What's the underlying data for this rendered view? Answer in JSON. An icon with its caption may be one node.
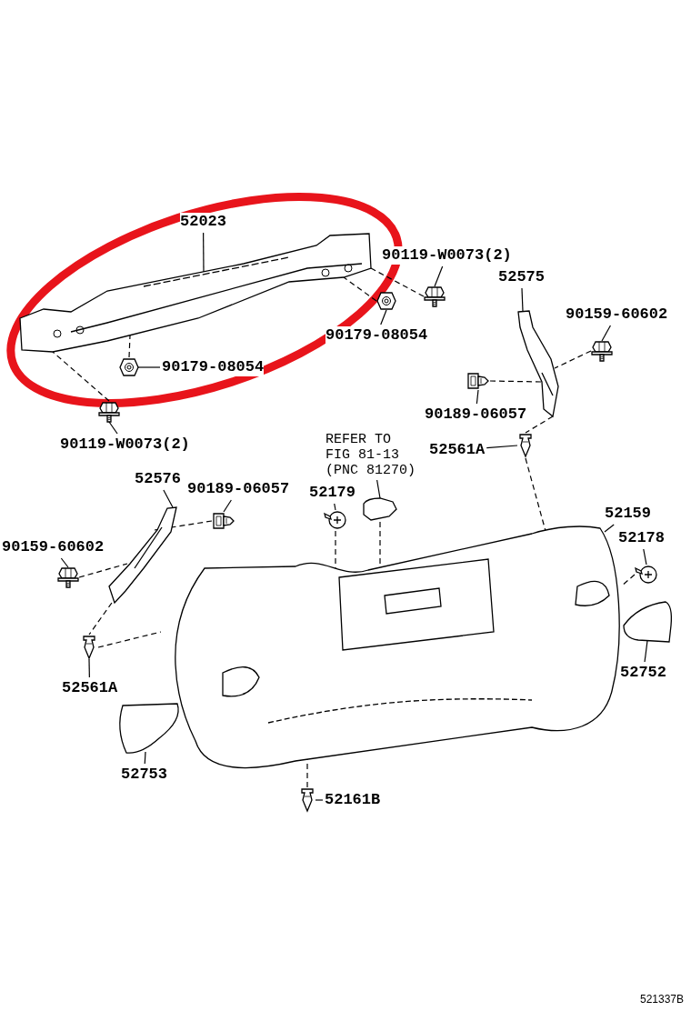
{
  "diagram": {
    "nodes": [
      {
        "text": [
          "52023"
        ]
      },
      {
        "text": [
          "90119-W0073(2)"
        ]
      },
      {
        "text": [
          "52575"
        ]
      },
      {
        "text": [
          "90159-60602"
        ]
      },
      {
        "text": [
          "90179-08054"
        ]
      },
      {
        "text": [
          "90179-08054"
        ]
      },
      {
        "text": [
          "90189-06057"
        ]
      },
      {
        "text": [
          "90119-W0073(2)"
        ]
      },
      {
        "text": [
          "REFER TO FIG 81-13 (PNC 81270)"
        ]
      },
      {
        "text": [
          "52561A"
        ]
      },
      {
        "text": [
          "52576"
        ]
      },
      {
        "text": [
          "90189-06057"
        ]
      },
      {
        "text": [
          "52179"
        ]
      },
      {
        "text": [
          "52159"
        ]
      },
      {
        "text": [
          "90159-60602"
        ]
      },
      {
        "text": [
          "52178"
        ]
      },
      {
        "text": [
          "52561A"
        ]
      },
      {
        "text": [
          "52752"
        ]
      },
      {
        "text": [
          "52753"
        ]
      },
      {
        "text": [
          "52161B"
        ]
      },
      {
        "text": [],
        "shape": "picture"
      },
      {
        "text": [],
        "shape": "picture"
      },
      {
        "text": [],
        "shape": "picture"
      },
      {
        "text": [],
        "shape": "picture"
      },
      {
        "text": [],
        "shape": "picture"
      },
      {
        "text": [],
        "shape": "picture"
      },
      {
        "text": [],
        "shape": "picture"
      },
      {
        "text": [],
        "shape": "picture"
      },
      {
        "text": [],
        "shape": "picture"
      },
      {
        "text": [],
        "shape": "picture"
      },
      {
        "text": [],
        "shape": "picture"
      },
      {
        "text": [],
        "shape": "picture"
      },
      {
        "text": [],
        "shape": "picture"
      },
      {
        "text": [],
        "shape": "picture"
      },
      {
        "text": [],
        "shape": "picture"
      },
      {
        "text": [],
        "shape": "picture"
      },
      {
        "text": [],
        "shape": "picture"
      },
      {
        "text": [],
        "shape": "picture"
      },
      {
        "text": [],
        "shape": "picture"
      },
      {
        "text": [],
        "shape": "picture"
      }
    ],
    "edges": [
      {
        "from": 0,
        "to": 20,
        "arrow": "none"
      },
      {
        "from": 1,
        "to": 21,
        "arrow": "none"
      },
      {
        "from": 2,
        "to": 22,
        "arrow": "none"
      },
      {
        "from": 3,
        "to": 23,
        "arrow": "none"
      },
      {
        "from": 4,
        "to": 24,
        "arrow": "none"
      },
      {
        "from": 5,
        "to": 25,
        "arrow": "none"
      },
      {
        "from": 6,
        "to": 26,
        "arrow": "none"
      },
      {
        "from": 7,
        "to": 27,
        "arrow": "none"
      },
      {
        "from": 8,
        "to": 28,
        "arrow": "none"
      },
      {
        "from": 9,
        "to": 29,
        "arrow": "none"
      },
      {
        "from": 10,
        "to": 30,
        "arrow": "none"
      },
      {
        "from": 11,
        "to": 31,
        "arrow": "none"
      },
      {
        "from": 12,
        "to": 32,
        "arrow": "none"
      },
      {
        "from": 13,
        "to": 33,
        "arrow": "none"
      },
      {
        "from": 14,
        "to": 34,
        "arrow": "none"
      },
      {
        "from": 15,
        "to": 35,
        "arrow": "none"
      },
      {
        "from": 16,
        "to": 36,
        "arrow": "none"
      },
      {
        "from": 17,
        "to": 37,
        "arrow": "none"
      },
      {
        "from": 18,
        "to": 38,
        "arrow": "none"
      },
      {
        "from": 19,
        "to": 39,
        "arrow": "none"
      },
      {
        "from": 24,
        "to": 20,
        "arrow": "none",
        "style": "dashed"
      },
      {
        "from": 21,
        "to": 20,
        "arrow": "none",
        "style": "dashed"
      },
      {
        "from": 25,
        "to": 20,
        "arrow": "none",
        "style": "dashed"
      },
      {
        "from": 27,
        "to": 20,
        "arrow": "none",
        "style": "dashed"
      },
      {
        "from": 26,
        "to": 22,
        "arrow": "none",
        "style": "dashed"
      },
      {
        "from": 23,
        "to": 22,
        "arrow": "none",
        "style": "dashed"
      },
      {
        "from": 22,
        "to": 29,
        "arrow": "none",
        "style": "dashed"
      },
      {
        "from": 29,
        "to": 33,
        "arrow": "none",
        "style": "dashed"
      },
      {
        "from": 31,
        "to": 30,
        "arrow": "none",
        "style": "dashed"
      },
      {
        "from": 34,
        "to": 30,
        "arrow": "none",
        "style": "dashed"
      },
      {
        "from": 30,
        "to": 36,
        "arrow": "none",
        "style": "dashed"
      },
      {
        "from": 36,
        "to": 33,
        "arrow": "none",
        "style": "dashed"
      },
      {
        "from": 32,
        "to": 33,
        "arrow": "none",
        "style": "dashed"
      },
      {
        "from": 28,
        "to": 33,
        "arrow": "none",
        "style": "dashed"
      },
      {
        "from": 35,
        "to": 33,
        "arrow": "none",
        "style": "dashed"
      },
      {
        "from": 39,
        "to": 33,
        "arrow": "none",
        "style": "dashed"
      }
    ],
    "labels": [
      "521337B"
    ]
  }
}
